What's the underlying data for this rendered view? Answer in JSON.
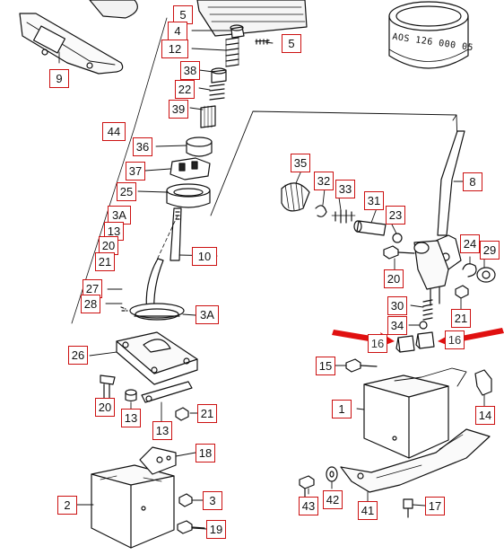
{
  "diagram": {
    "callouts": [
      {
        "id": "c5a",
        "text": "5"
      },
      {
        "id": "c4",
        "text": "4"
      },
      {
        "id": "c5b",
        "text": "5"
      },
      {
        "id": "c12",
        "text": "12"
      },
      {
        "id": "c38",
        "text": "38"
      },
      {
        "id": "c22",
        "text": "22"
      },
      {
        "id": "c39",
        "text": "39"
      },
      {
        "id": "c9",
        "text": "9"
      },
      {
        "id": "c44",
        "text": "44"
      },
      {
        "id": "c36",
        "text": "36"
      },
      {
        "id": "c37",
        "text": "37"
      },
      {
        "id": "c25",
        "text": "25"
      },
      {
        "id": "c3A",
        "text": "3A"
      },
      {
        "id": "c13a",
        "text": "13"
      },
      {
        "id": "c20a",
        "text": "20"
      },
      {
        "id": "c21a",
        "text": "21"
      },
      {
        "id": "c10",
        "text": "10"
      },
      {
        "id": "c27",
        "text": "27"
      },
      {
        "id": "c28",
        "text": "28"
      },
      {
        "id": "c3Ab",
        "text": "3A"
      },
      {
        "id": "c26",
        "text": "26"
      },
      {
        "id": "c20b",
        "text": "20"
      },
      {
        "id": "c13b",
        "text": "13"
      },
      {
        "id": "c13c",
        "text": "13"
      },
      {
        "id": "c21b",
        "text": "21"
      },
      {
        "id": "c18",
        "text": "18"
      },
      {
        "id": "c2",
        "text": "2"
      },
      {
        "id": "c3",
        "text": "3"
      },
      {
        "id": "c19",
        "text": "19"
      },
      {
        "id": "c35",
        "text": "35"
      },
      {
        "id": "c32",
        "text": "32"
      },
      {
        "id": "c33",
        "text": "33"
      },
      {
        "id": "c31",
        "text": "31"
      },
      {
        "id": "c23",
        "text": "23"
      },
      {
        "id": "c8",
        "text": "8"
      },
      {
        "id": "c24",
        "text": "24"
      },
      {
        "id": "c29",
        "text": "29"
      },
      {
        "id": "c20c",
        "text": "20"
      },
      {
        "id": "c30",
        "text": "30"
      },
      {
        "id": "c21c",
        "text": "21"
      },
      {
        "id": "c34",
        "text": "34"
      },
      {
        "id": "c16a",
        "text": "16"
      },
      {
        "id": "c16b",
        "text": "16"
      },
      {
        "id": "c15",
        "text": "15"
      },
      {
        "id": "c1",
        "text": "1"
      },
      {
        "id": "c14",
        "text": "14"
      },
      {
        "id": "c43",
        "text": "43"
      },
      {
        "id": "c42",
        "text": "42"
      },
      {
        "id": "c41",
        "text": "41"
      },
      {
        "id": "c17",
        "text": "17"
      }
    ],
    "part_number_on_can": "AOS 126 000 05",
    "colors": {
      "callout_border": "#cc1111",
      "arrow": "#e01010",
      "line": "#111111"
    }
  }
}
